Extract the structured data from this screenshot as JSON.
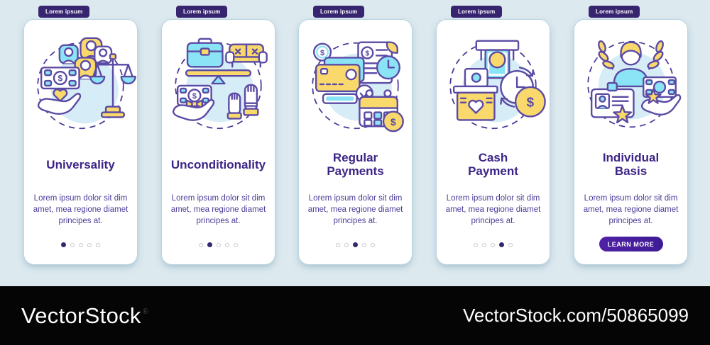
{
  "colors": {
    "page_background": "#dce9ef",
    "line_art_purple": "#5b4aa4",
    "deep_purple_text": "#3c2487",
    "body_text_purple": "#4c3d99",
    "accent_yellow": "#f9d96b",
    "accent_cyan": "#8be4f5",
    "badge_background": "#37256f",
    "active_dot": "#37266f",
    "button_purple": "#4720a0",
    "watermark_bar": "#000000"
  },
  "icons": {
    "dollar": "$"
  },
  "cards": [
    {
      "badge_label": "Lorem ipsum",
      "title_lines": [
        "Universality"
      ],
      "body_lines": [
        "Lorem ipsum dolor sit dim",
        "amet, mea regione diamet",
        "principes at."
      ],
      "pagination": {
        "count": 5,
        "active": 0
      },
      "illustration_icons": [
        "group-of-people",
        "scales-of-justice",
        "banknote-with-heart",
        "giving-hand"
      ]
    },
    {
      "badge_label": "Lorem ipsum",
      "title_lines": [
        "Unconditionality"
      ],
      "body_lines": [
        "Lorem ipsum dolor sit dim",
        "amet, mea regione diamet",
        "principes at."
      ],
      "pagination": {
        "count": 5,
        "active": 1
      },
      "illustration_icons": [
        "briefcase",
        "sofa",
        "seesaw-balance",
        "gift-banknote",
        "giving-hand",
        "raised-hands"
      ]
    },
    {
      "badge_label": "Lorem ipsum",
      "title_lines": [
        "Regular",
        "Payments"
      ],
      "body_lines": [
        "Lorem ipsum dolor sit dim",
        "amet, mea regione diamet",
        "principes at."
      ],
      "pagination": {
        "count": 5,
        "active": 2
      },
      "illustration_icons": [
        "invoice",
        "clock",
        "dollar-badge",
        "credit-cards",
        "checkmark",
        "calendar-with-coin"
      ]
    },
    {
      "badge_label": "Lorem ipsum",
      "title_lines": [
        "Cash",
        "Payment"
      ],
      "body_lines": [
        "Lorem ipsum dolor sit dim",
        "amet, mea regione diamet",
        "principes at."
      ],
      "pagination": {
        "count": 5,
        "active": 3
      },
      "illustration_icons": [
        "atm-cash-slot",
        "donation-desk",
        "banknote",
        "clock-with-arrows",
        "dollar-coin"
      ]
    },
    {
      "badge_label": "Lorem ipsum",
      "title_lines": [
        "Individual",
        "Basis"
      ],
      "body_lines": [
        "Lorem ipsum dolor sit dim",
        "amet, mea regione diamet",
        "principes at."
      ],
      "button_label": "LEARN MORE",
      "illustration_icons": [
        "person-with-laurel",
        "id-card-with-star",
        "banknote-with-star",
        "giving-hand"
      ]
    }
  ],
  "watermark": {
    "brand": "VectorStock",
    "registered_mark": "®",
    "attribution": "VectorStock.com/50865099"
  }
}
